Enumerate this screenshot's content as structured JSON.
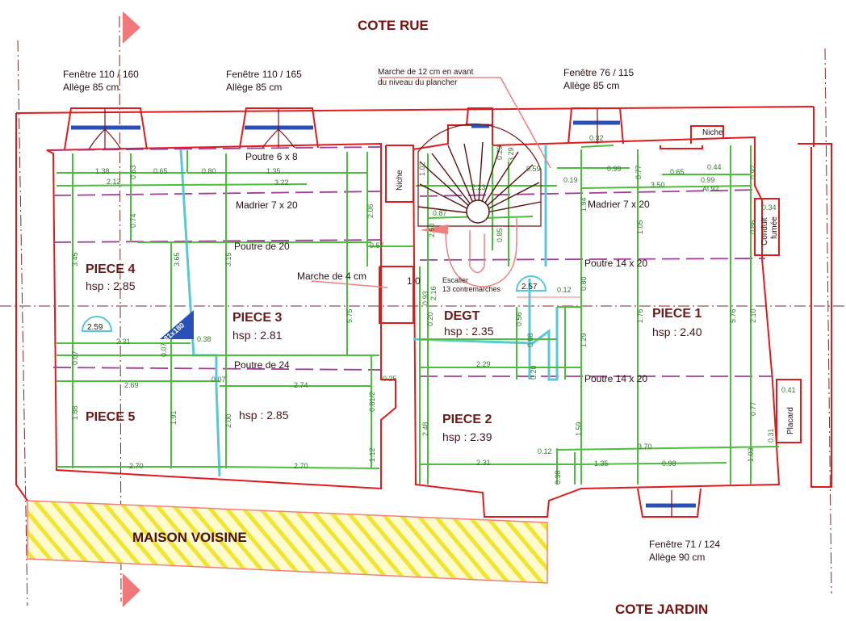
{
  "headings": {
    "top": "COTE RUE",
    "bottom": "COTE JARDIN",
    "neighbor": "MAISON VOISINE"
  },
  "windows": {
    "w1_title": "Fenêtre 110 / 160",
    "w1_sill": "Allège 85 cm",
    "w2_title": "Fenêtre 110 / 165",
    "w2_sill": "Allège 85 cm",
    "w3_title": "Fenêtre 76 / 115",
    "w3_sill": "Allège 85 cm",
    "w4_title": "Fenêtre 71 / 124",
    "w4_sill": "Allège 90 cm"
  },
  "notes": {
    "step_line1": "Marche de 12 cm en avant",
    "step_line2": "du niveau du plancher",
    "step4": "Marche de 4 cm",
    "niche1": "Niche",
    "niche2": "Niche",
    "stair_line1": "Escalier",
    "stair_line2": "13 contremarches",
    "conduit1": "Conduit",
    "conduit2": "fumée",
    "placard": "Placard",
    "ten": "1 0",
    "rot": "81x180"
  },
  "beams": {
    "b1": "Poutre 6 x 8",
    "b2": "Madrier 7 x 20",
    "b3": "Poutre de 20",
    "b4": "Poutre de 24",
    "b5": "Madrier 7 x 20",
    "b6": "Poutre 14 x 20",
    "b7": "Poutre 14 x 20"
  },
  "rooms": {
    "p4_name": "PIECE 4",
    "p4_hsp": "hsp : 2.85",
    "p3_name": "PIECE 3",
    "p3_hsp": "hsp : 2.81",
    "p5_name": "PIECE 5",
    "p5_hsp": "hsp : 2.85",
    "degt_name": "DEGT",
    "degt_hsp": "hsp : 2.35",
    "p1_name": "PIECE 1",
    "p1_hsp": "hsp : 2.40",
    "p2_name": "PIECE 2",
    "p2_hsp": "hsp : 2.39"
  },
  "door_widths": {
    "d1": "2.59",
    "d2": "2.57"
  },
  "dimensions": {
    "d_138": "1.38",
    "d_065a": "0.65",
    "d_080": "0.80",
    "d_135a": "1.35",
    "d_212": "2.12",
    "d_322": "3.22",
    "d_063": "0.63",
    "d_074": "0.74",
    "d_345": "3.45",
    "d_365": "3.65",
    "d_315": "3.15",
    "d_206": "2.06",
    "d_057": "0.57",
    "d_575": "5.75",
    "d_231": "2.31",
    "d_038": "0.38",
    "d_007a": "0.07",
    "d_007b": "0.07",
    "d_007c": "0.07",
    "d_269": "2.69",
    "d_274": "2.74",
    "d_025": "0.25",
    "d_188": "1.88",
    "d_191": "1.91",
    "d_200": "2.00",
    "d_081_2": "0.81/2",
    "d_112": "1.12",
    "d_270a": "2.70",
    "d_270b": "2.70",
    "d_102": "1.02",
    "d_223": "2.23",
    "d_087": "0.87",
    "d_329": "3.29",
    "d_085": "0.85",
    "d_059": "0.59",
    "d_019": "0.19",
    "d_099a": "0.99",
    "d_077a": "0.77",
    "d_065b": "0.65",
    "d_044": "0.44",
    "d_099b": "0.99",
    "d_350": "3.50",
    "d_092": "0.92",
    "d_al92": "Al.92",
    "d_032": "0.32",
    "d_194": "1.94",
    "d_105": "1.05",
    "d_086": "0.86",
    "d_034": "0.34",
    "d_080b": "0.80",
    "d_012a": "0.12",
    "d_176": "1.76",
    "d_576": "5.76",
    "d_210": "2.10",
    "d_093": "0.93",
    "d_216": "2.16",
    "d_020": "0.20",
    "d_056": "0.56",
    "d_088": "0.88",
    "d_229": "2.29",
    "d_129": "1.29",
    "d_041": "0.41",
    "d_077b": "0.77",
    "d_031": "0.31",
    "d_248": "2.48",
    "d_159": "1.59",
    "d_370": "3.70",
    "d_012b": "0.12",
    "d_103": "1.03",
    "d_231b": "2.31",
    "d_135b": "1.35",
    "d_098": "0.98",
    "d_038b": "0.38",
    "d_020b": "0.20",
    "d_250": "2.50",
    "d_029": "0.29"
  }
}
